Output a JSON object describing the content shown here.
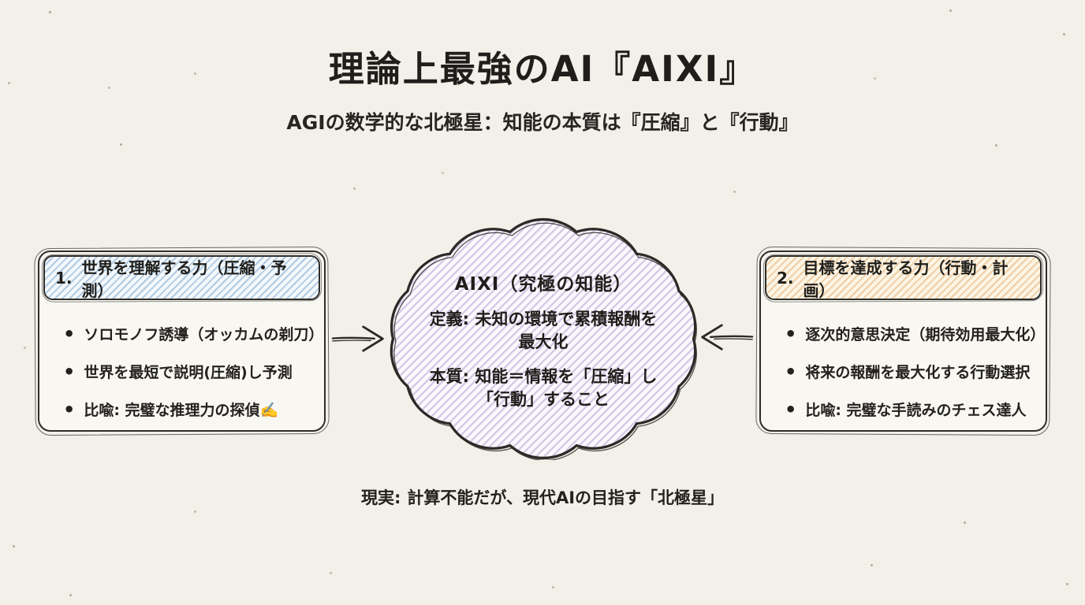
{
  "header": {
    "title": "理論上最強のAI『AIXI』",
    "subtitle": "AGIの数学的な北極星：知能の本質は『圧縮』と『行動』"
  },
  "left_box": {
    "number": "1.",
    "title": "世界を理解する力（圧縮・予測）",
    "accent_color": "#aac7de",
    "bullets": [
      "ソロモノフ誘導（オッカムの剃刀）",
      "世界を最短で説明(圧縮)し予測",
      "比喩: 完璧な推理力の探偵✍️"
    ]
  },
  "cloud": {
    "title": "AIXI（究極の知能）",
    "definition_line1": "定義: 未知の環境で累積報酬を",
    "definition_line2": "最大化",
    "essence_line1": "本質: 知能＝情報を「圧縮」し",
    "essence_line2": "「行動」すること",
    "accent_color": "#d2c5e4"
  },
  "right_box": {
    "number": "2.",
    "title": "目標を達成する力（行動・計画）",
    "accent_color": "#e7c193",
    "bullets": [
      "逐次的意思決定（期待効用最大化）",
      "将来の報酬を最大化する行動選択",
      "比喩: 完璧な手読みのチェス達人"
    ]
  },
  "footer": {
    "label": "現実:",
    "text": "計算不能だが、現代AIの目指す「北極星」"
  }
}
